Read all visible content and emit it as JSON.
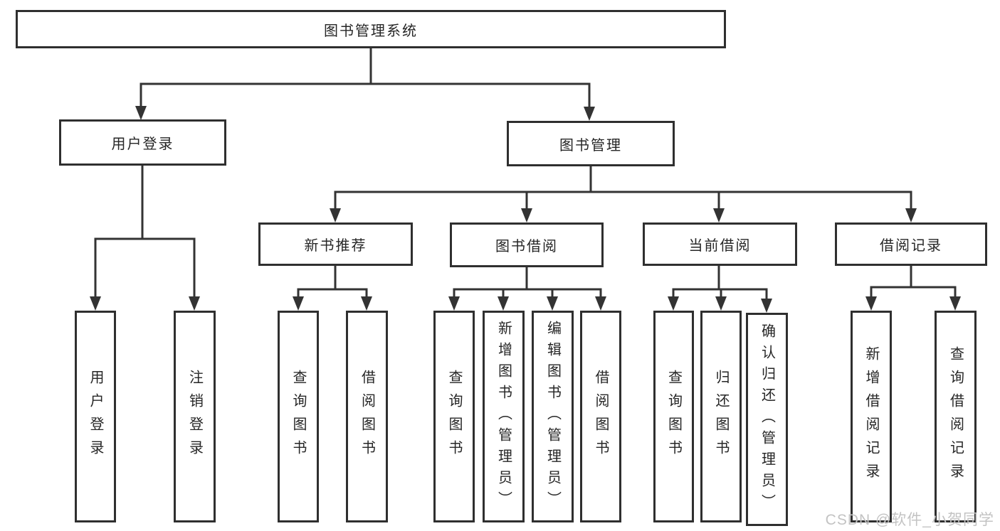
{
  "tree": {
    "label": "图书管理系统",
    "children": [
      {
        "label": "用户登录",
        "children": [
          {
            "label": "用户登录"
          },
          {
            "label": "注销登录"
          }
        ]
      },
      {
        "label": "图书管理",
        "children": [
          {
            "label": "新书推荐",
            "children": [
              {
                "label": "查询图书"
              },
              {
                "label": "借阅图书"
              }
            ]
          },
          {
            "label": "图书借阅",
            "children": [
              {
                "label": "查询图书"
              },
              {
                "label": "新增图书（管理员）"
              },
              {
                "label": "编辑图书（管理员）"
              },
              {
                "label": "借阅图书"
              }
            ]
          },
          {
            "label": "当前借阅",
            "children": [
              {
                "label": "查询图书"
              },
              {
                "label": "归还图书"
              },
              {
                "label": "确认归还（管理员）"
              }
            ]
          },
          {
            "label": "借阅记录",
            "children": [
              {
                "label": "新增借阅记录"
              },
              {
                "label": "查询借阅记录"
              }
            ]
          }
        ]
      }
    ]
  },
  "watermark": {
    "text": "CSDN @软件_小贺同学"
  },
  "colors": {
    "line": "#333333",
    "box_border": "#2f2f2f",
    "text": "#262626",
    "watermark": "#c3c3c3",
    "background": "#ffffff"
  }
}
